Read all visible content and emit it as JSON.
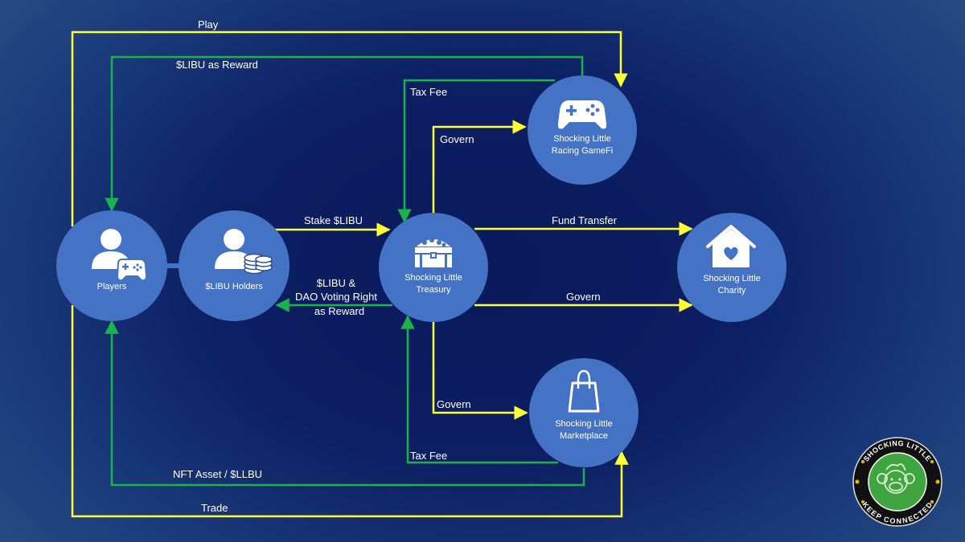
{
  "colors": {
    "background": "#0c1f62",
    "node_fill": "#4472c4",
    "yellow_arrow": "#ffff33",
    "green_arrow": "#19b24b",
    "text": "#ffffff",
    "badge_ring": "#111111",
    "badge_center": "#3fa53f"
  },
  "nodes": {
    "players": {
      "label": "Players",
      "icon": "player-with-gamepad-icon"
    },
    "holders": {
      "label": "$LIBU Holders",
      "icon": "holder-with-coins-icon"
    },
    "treasury": {
      "label_line1": "Shocking Little",
      "label_line2": "Treasury",
      "icon": "treasure-chest-icon"
    },
    "gamefi": {
      "label_line1": "Shocking Little",
      "label_line2": "Racing GameFi",
      "icon": "gamepad-icon"
    },
    "charity": {
      "label_line1": "Shocking Little",
      "label_line2": "Charity",
      "icon": "house-heart-icon"
    },
    "marketplace": {
      "label_line1": "Shocking Little",
      "label_line2": "Marketplace",
      "icon": "shopping-bag-icon"
    }
  },
  "edges": {
    "play": "Play",
    "libu_reward": "$LIBU as Reward",
    "tax_fee_game": "Tax Fee",
    "govern_game": "Govern",
    "stake": "Stake $LIBU",
    "fund_transfer": "Fund Transfer",
    "dao_reward_line1": "$LIBU &",
    "dao_reward_line2": "DAO Voting Right",
    "dao_reward_line3": "as Reward",
    "govern_charity": "Govern",
    "govern_market": "Govern",
    "tax_fee_market": "Tax Fee",
    "nft_asset": "NFT Asset / $LLBU",
    "trade": "Trade"
  },
  "badge": {
    "top_text": "SHOCKING LITTLE",
    "bottom_text": "KEEP CONNECTED",
    "icon": "monkey-logo-icon"
  }
}
